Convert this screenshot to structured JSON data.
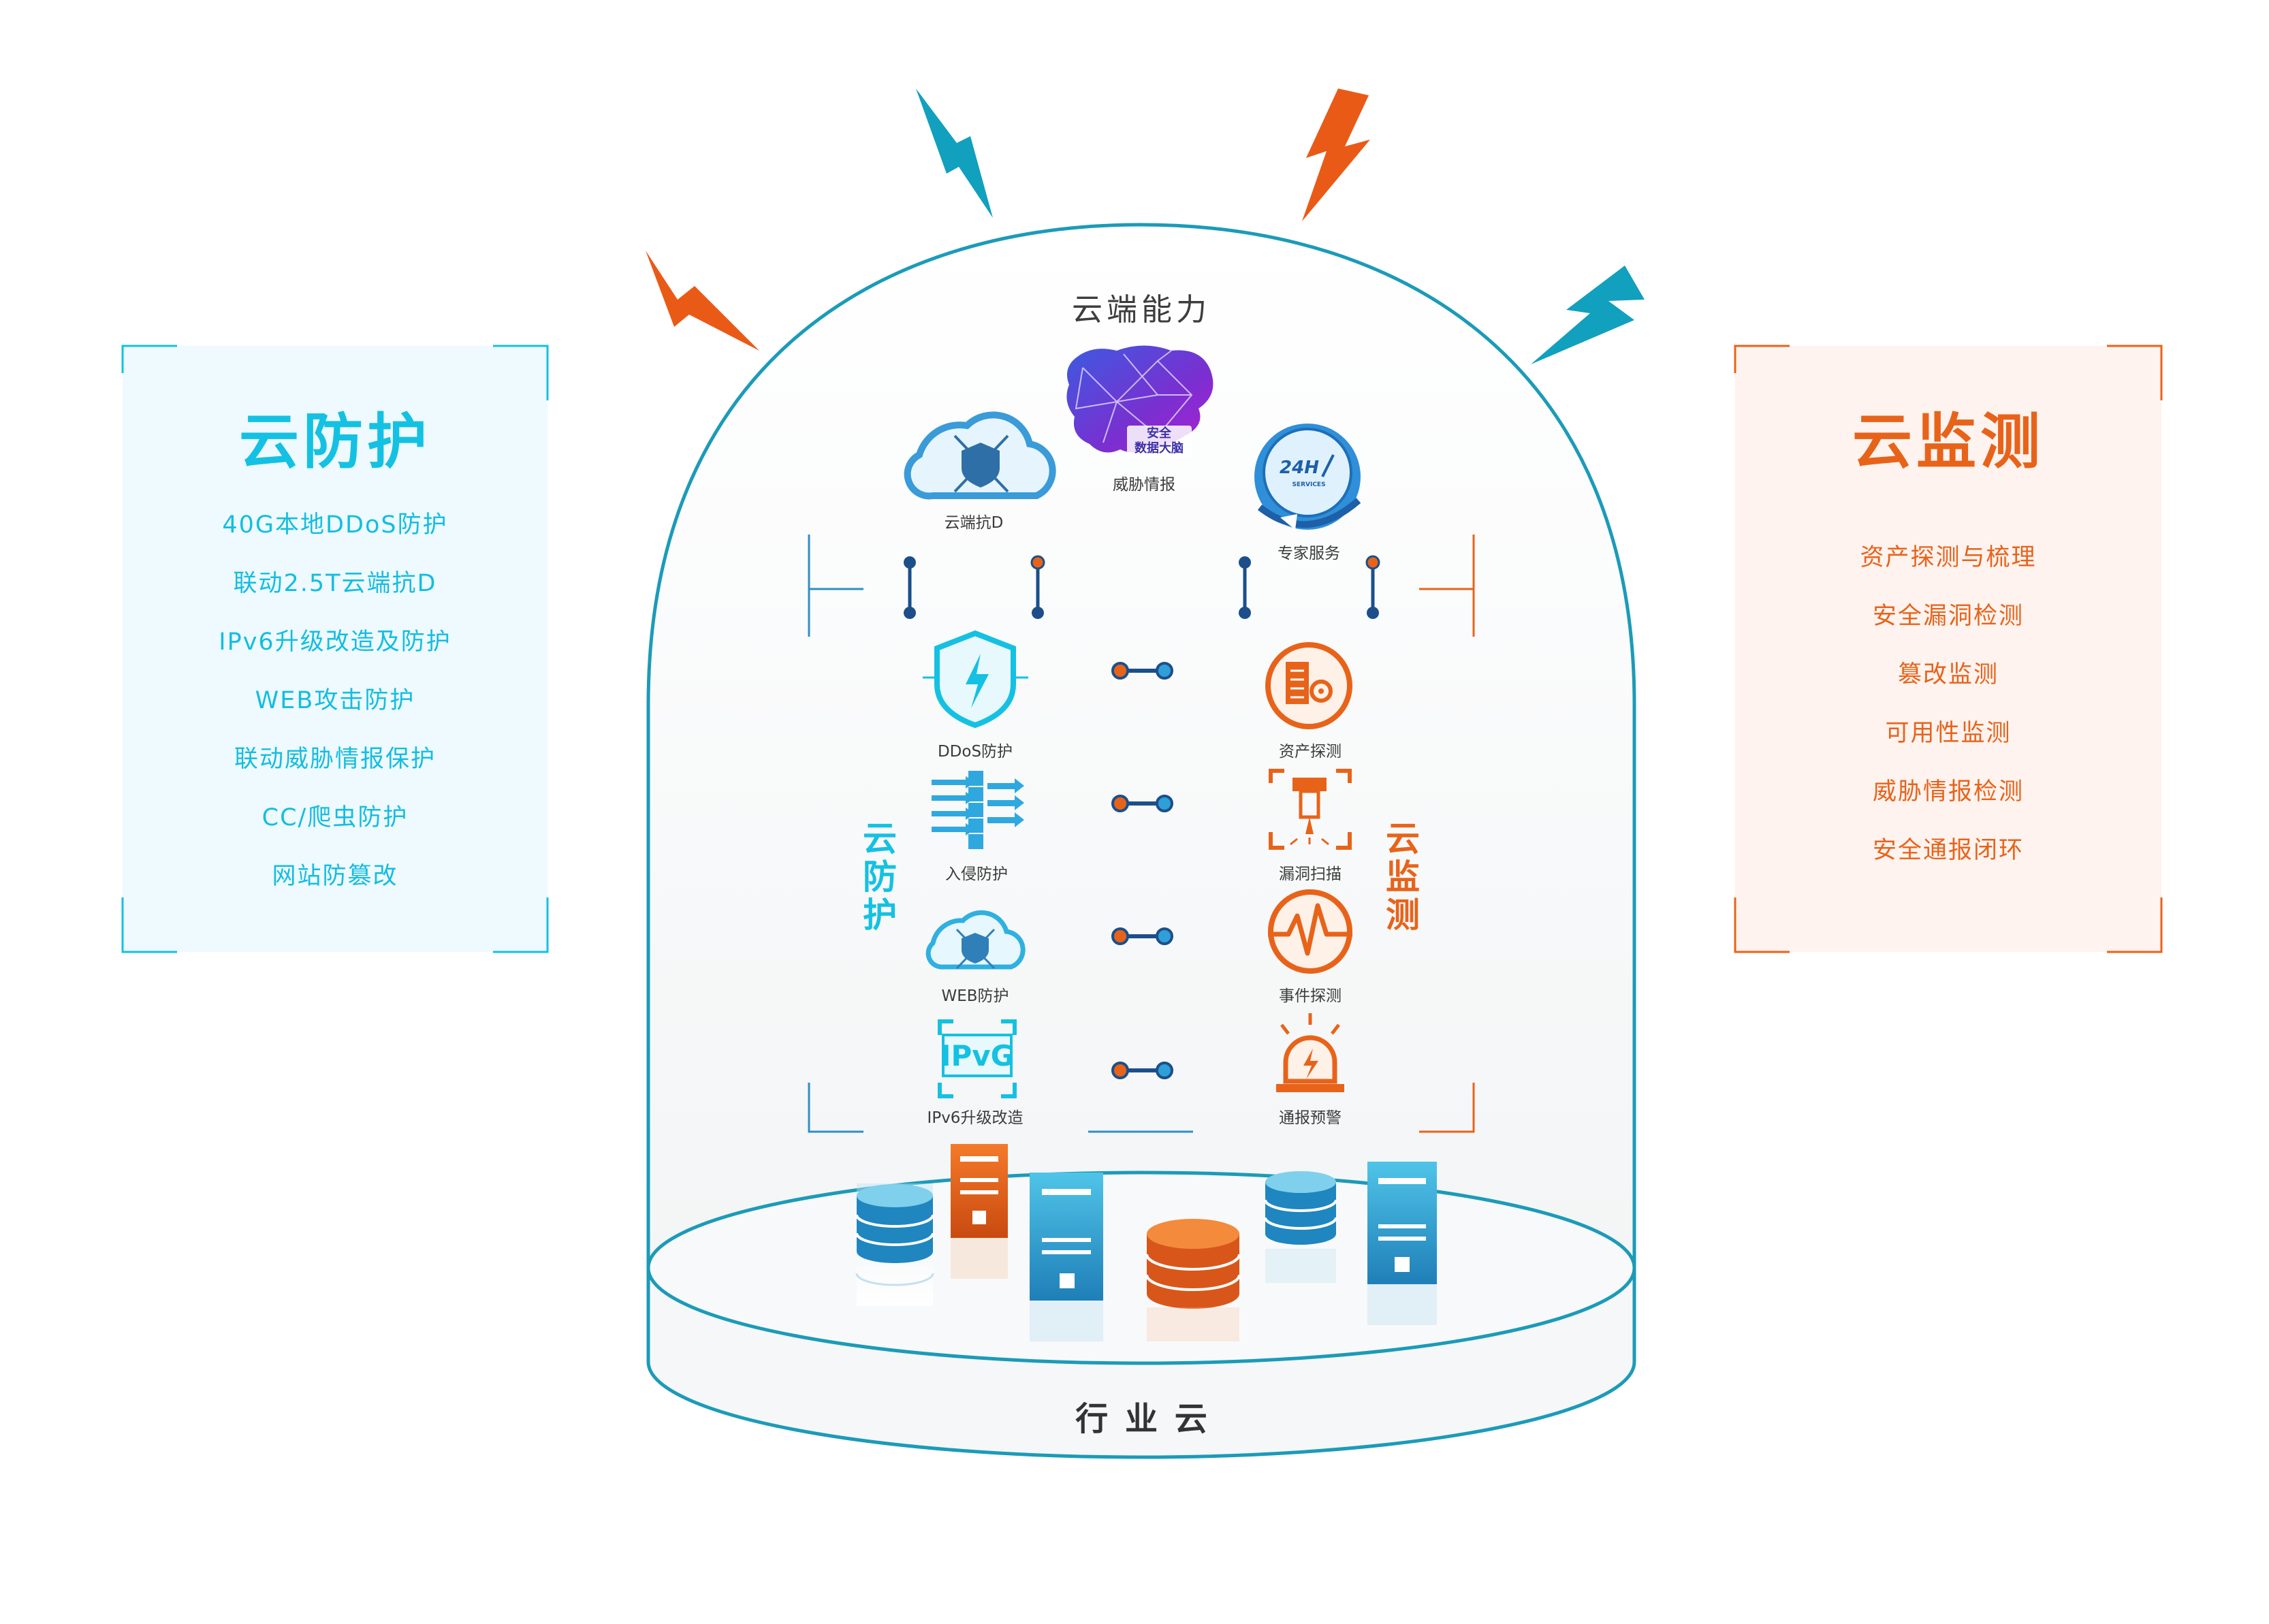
{
  "left_panel": {
    "title": "云防护",
    "items": [
      "40G本地DDoS防护",
      "联动2.5T云端抗D",
      "IPv6升级改造及防护",
      "WEB攻击防护",
      "联动威胁情报保护",
      "CC/爬虫防护",
      "网站防篡改"
    ]
  },
  "right_panel": {
    "title": "云监测",
    "items": [
      "资产探测与梳理",
      "安全漏洞检测",
      "篡改监测",
      "可用性监测",
      "威胁情报检测",
      "安全通报闭环"
    ]
  },
  "dome": {
    "cloud_capability": "云端能力",
    "brain_badge_line1": "安全",
    "brain_badge_line2": "数据大脑",
    "top_labels": {
      "cloud_anti_d": "云端抗D",
      "threat_intel": "威胁情报",
      "expert_service": "专家服务"
    },
    "badge_24h": "24H",
    "badge_services": "SERVICES",
    "ipv6_badge": "IPvG",
    "protect_vertical": "云防护",
    "monitor_vertical": "云监测",
    "protect_items": [
      "DDoS防护",
      "入侵防护",
      "WEB防护",
      "IPv6升级改造"
    ],
    "monitor_items": [
      "资产探测",
      "漏洞扫描",
      "事件探测",
      "通报预警"
    ],
    "base_label": "行 业 云"
  },
  "colors": {
    "cyan": "#14c1e2",
    "blue": "#2f9fd8",
    "orange": "#e8631a",
    "dome_stroke": "#1b9bb8",
    "dark_text": "#333333"
  }
}
